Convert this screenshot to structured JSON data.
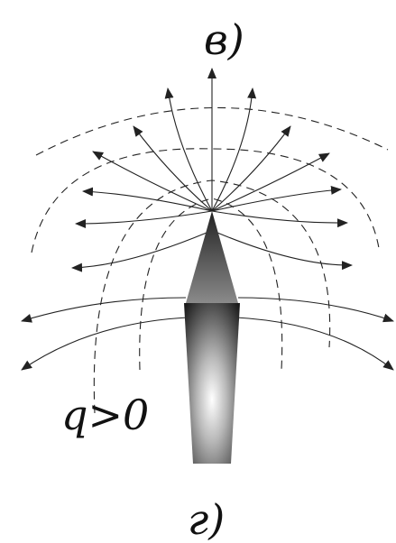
{
  "labels": {
    "top": "в)",
    "bottom": "г)",
    "charge": "q>0"
  },
  "colors": {
    "line": "#222222",
    "electrode_light": "#ffffff",
    "electrode_dark": "#1a1a1a"
  }
}
